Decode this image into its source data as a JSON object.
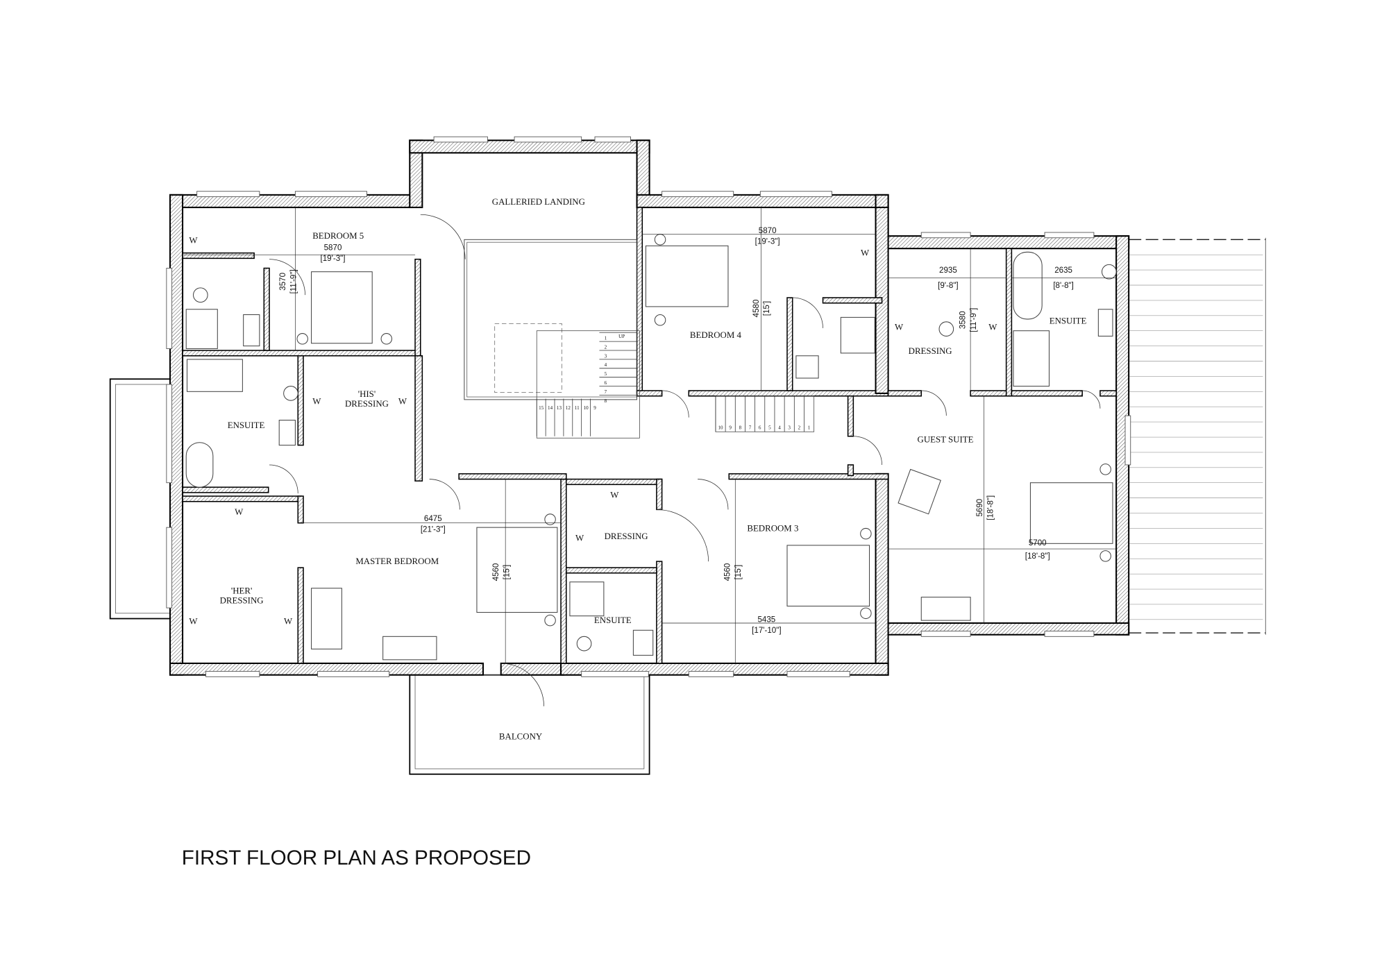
{
  "title": "FIRST FLOOR PLAN AS PROPOSED",
  "rooms": {
    "galleried_landing": "GALLERIED LANDING",
    "bedroom5": "BEDROOM 5",
    "ensuite_master": "ENSUITE",
    "his_dressing_1": "'HIS'",
    "his_dressing_2": "DRESSING",
    "master_bedroom": "MASTER BEDROOM",
    "her_dressing_1": "'HER'",
    "her_dressing_2": "DRESSING",
    "dressing_mid": "DRESSING",
    "ensuite_mid": "ENSUITE",
    "bedroom3": "BEDROOM 3",
    "bedroom4": "BEDROOM 4",
    "dressing_guest": "DRESSING",
    "ensuite_guest": "ENSUITE",
    "guest_suite": "GUEST SUITE",
    "balcony": "BALCONY"
  },
  "wardrobe_label": "W",
  "dimensions": {
    "bed5_w": "5870",
    "bed5_w_imp": "[19'-3\"]",
    "bed5_d": "3570",
    "bed5_d_imp": "[11'-9\"]",
    "master_w": "6475",
    "master_w_imp": "[21'-3\"]",
    "master_d": "4560",
    "master_d_imp": "[15']",
    "bed3_d": "4560",
    "bed3_d_imp": "[15']",
    "bed3_w": "5435",
    "bed3_w_imp": "[17'-10\"]",
    "bed4_w": "5870",
    "bed4_w_imp": "[19'-3\"]",
    "bed4_d": "4580",
    "bed4_d_imp": "[15']",
    "gdress_w": "2935",
    "gdress_w_imp": "[9'-8\"]",
    "gdress_d": "3580",
    "gdress_d_imp": "[11'-9\"]",
    "gens_w": "2635",
    "gens_w_imp": "[8'-8\"]",
    "guest_d": "5690",
    "guest_d_imp": "[18'-8\"]",
    "guest_w": "5700",
    "guest_w_imp": "[18'-8\"]"
  },
  "stairs": {
    "up_label": "UP",
    "main_steps": [
      "1",
      "2",
      "3",
      "4",
      "5",
      "6",
      "7",
      "8",
      "9",
      "10",
      "11",
      "12",
      "13",
      "14",
      "15"
    ],
    "second_steps": [
      "10",
      "9",
      "8",
      "7",
      "6",
      "5",
      "4",
      "3",
      "2",
      "1"
    ]
  }
}
